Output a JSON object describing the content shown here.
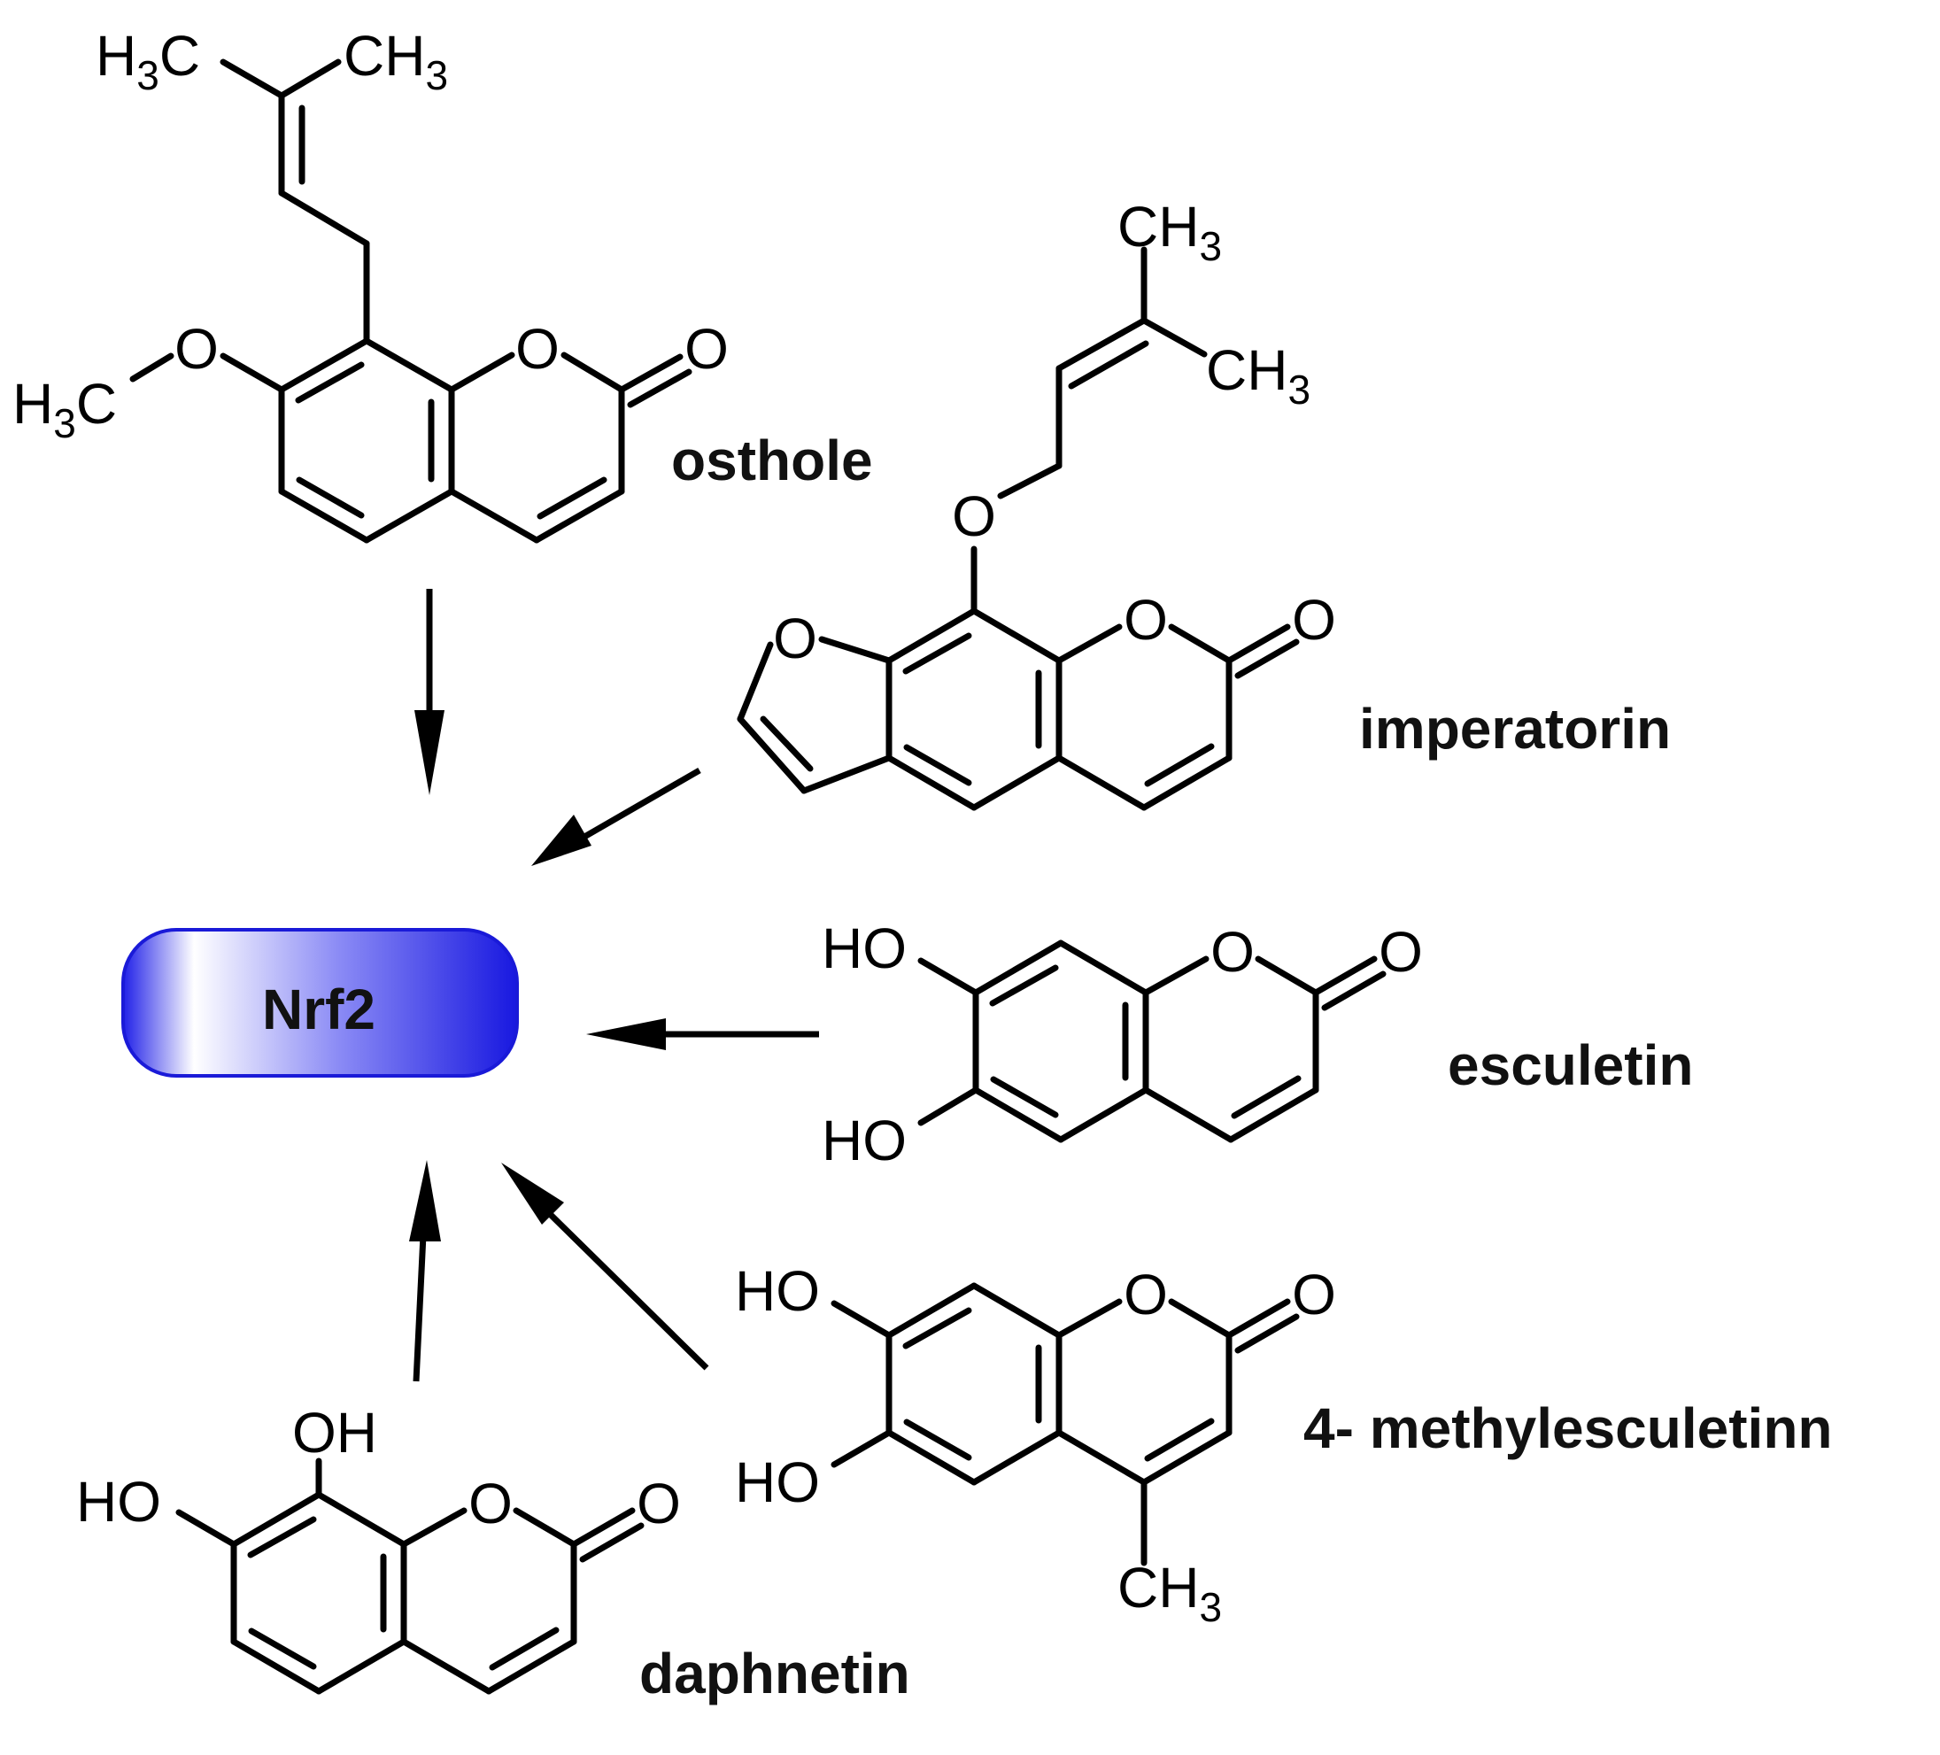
{
  "target": {
    "label": "Nrf2",
    "fill_dark": "#1414e6",
    "fill_light": "#ffffff",
    "outline": "#1a1ad8"
  },
  "compounds": {
    "osthole": "osthole",
    "imperatorin": "imperatorin",
    "esculetin": "esculetin",
    "methylesculetin": "4- methylesculetinn",
    "daphnetin": "daphnetin"
  },
  "atoms": {
    "O": "O",
    "H3C_H": "H",
    "H3C_3": "3",
    "H3C_C": "C",
    "CH3_C": "CH",
    "CH3_3": "3",
    "HO": "HO",
    "OH": "OH"
  }
}
